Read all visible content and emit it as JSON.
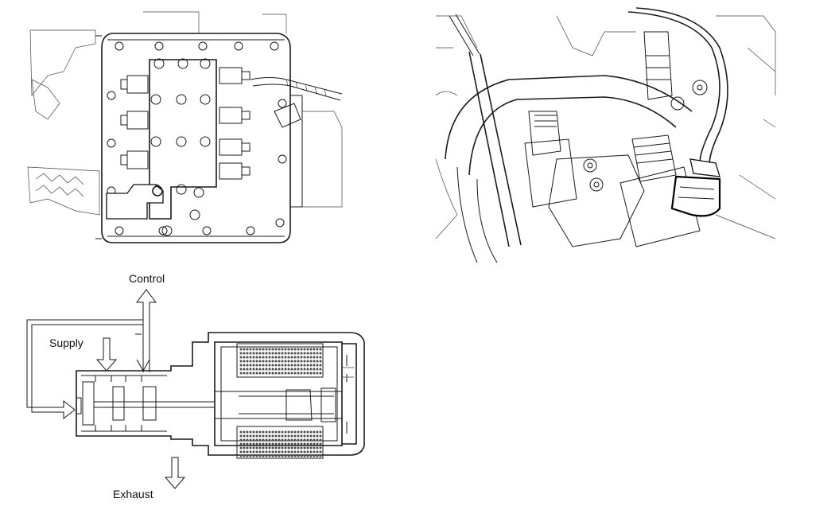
{
  "figure": {
    "labels": {
      "control": "Control",
      "supply": "Supply",
      "exhaust": "Exhaust"
    },
    "icons": [
      "valve-body-illustration",
      "solenoid-connector-illustration",
      "solenoid-valve-cross-section"
    ]
  }
}
